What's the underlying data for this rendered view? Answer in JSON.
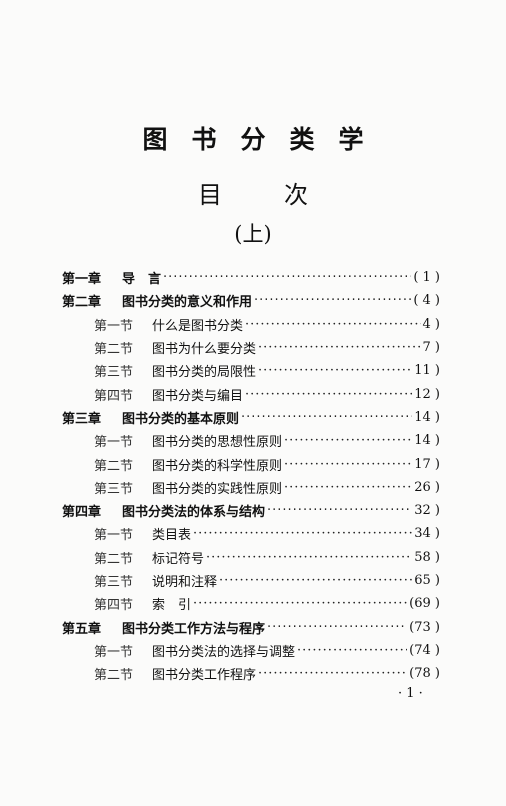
{
  "book_title": "图书分类学",
  "heading": "目次",
  "volume": "(上)",
  "toc": [
    {
      "type": "chapter",
      "num": "第一章",
      "label": "导　言",
      "page": "( 1 )"
    },
    {
      "type": "chapter",
      "num": "第二章",
      "label": "图书分类的意义和作用",
      "page": "( 4 )"
    },
    {
      "type": "section",
      "num": "第一节",
      "label": "什么是图书分类",
      "page": "4 )"
    },
    {
      "type": "section",
      "num": "第二节",
      "label": "图书为什么要分类",
      "page": "7 )"
    },
    {
      "type": "section",
      "num": "第三节",
      "label": "图书分类的局限性",
      "page": "11 )"
    },
    {
      "type": "section",
      "num": "第四节",
      "label": "图书分类与编目",
      "page": "12 )"
    },
    {
      "type": "chapter",
      "num": "第三章",
      "label": "图书分类的基本原则",
      "page": "14 )"
    },
    {
      "type": "section",
      "num": "第一节",
      "label": "图书分类的思想性原则",
      "page": "14 )"
    },
    {
      "type": "section",
      "num": "第二节",
      "label": "图书分类的科学性原则",
      "page": "17 )"
    },
    {
      "type": "section",
      "num": "第三节",
      "label": "图书分类的实践性原则",
      "page": "26 )"
    },
    {
      "type": "chapter",
      "num": "第四章",
      "label": "图书分类法的体系与结构",
      "page": "32 )"
    },
    {
      "type": "section",
      "num": "第一节",
      "label": "类目表",
      "page": "34 )"
    },
    {
      "type": "section",
      "num": "第二节",
      "label": "标记符号",
      "page": "58 )"
    },
    {
      "type": "section",
      "num": "第三节",
      "label": "说明和注释",
      "page": "65 )"
    },
    {
      "type": "section",
      "num": "第四节",
      "label": "索　引",
      "page": "(69 )"
    },
    {
      "type": "chapter",
      "num": "第五章",
      "label": "图书分类工作方法与程序",
      "page": "(73 )"
    },
    {
      "type": "section",
      "num": "第一节",
      "label": "图书分类法的选择与调整",
      "page": "(74 )"
    },
    {
      "type": "section",
      "num": "第二节",
      "label": "图书分类工作程序",
      "page": "(78 )"
    }
  ],
  "page_number": "· 1 ·"
}
